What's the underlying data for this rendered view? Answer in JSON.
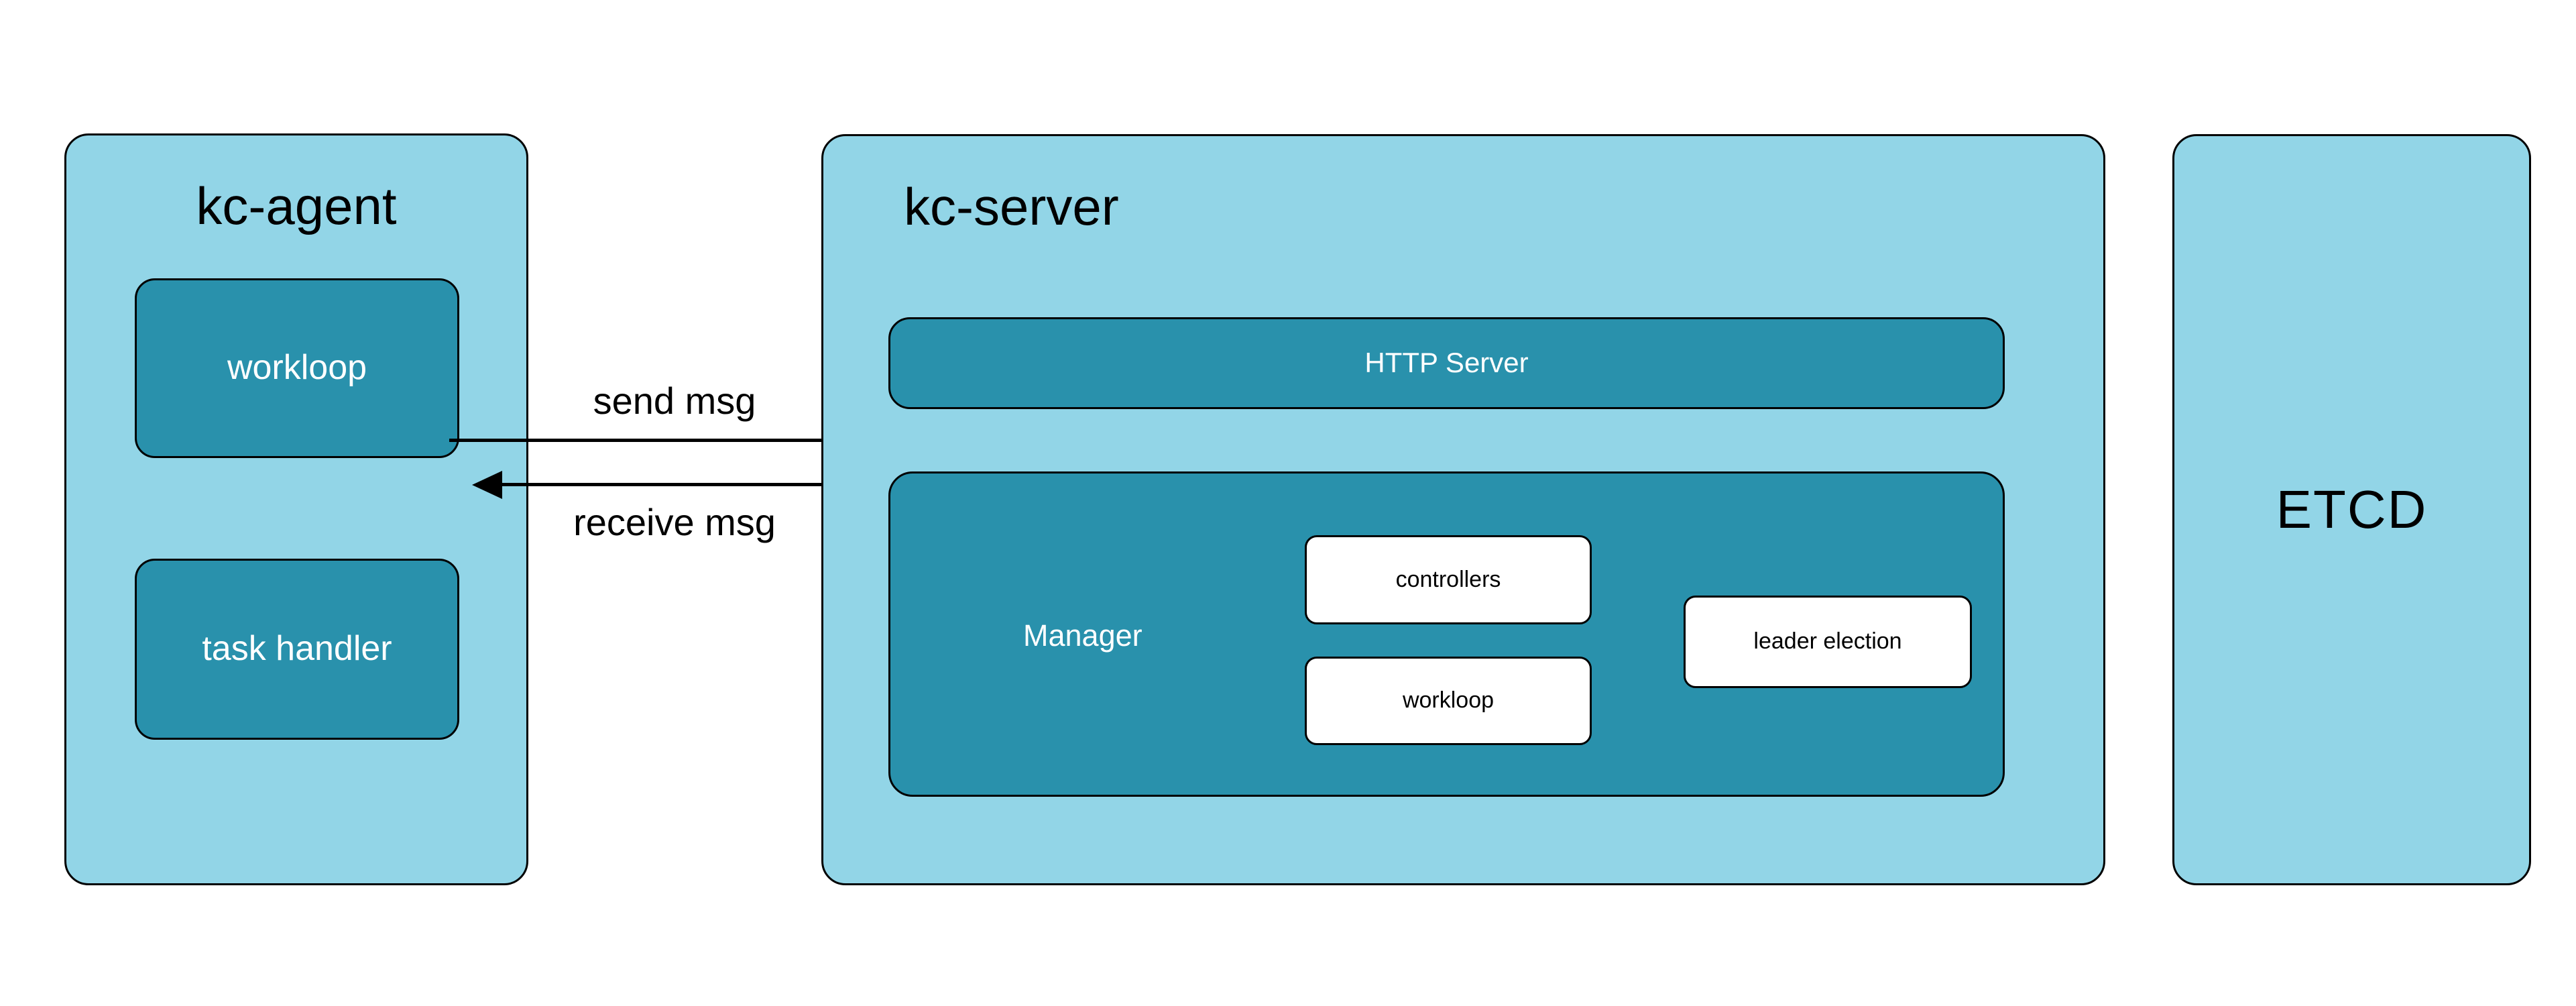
{
  "colors": {
    "background": "#ffffff",
    "container_fill": "#92d5e7",
    "module_fill": "#2991ac",
    "leaf_fill": "#ffffff",
    "stroke": "#000000",
    "text_dark": "#000000",
    "text_light": "#ffffff"
  },
  "kc_agent": {
    "title": "kc-agent",
    "workloop_label": "workloop",
    "task_handler_label": "task handler"
  },
  "kc_server": {
    "title": "kc-server",
    "http_server_label": "HTTP Server",
    "manager": {
      "label": "Manager",
      "controllers_label": "controllers",
      "workloop_label": "workloop",
      "leader_election_label": "leader election"
    }
  },
  "etcd": {
    "title": "ETCD"
  },
  "messages": {
    "send_label": "send msg",
    "receive_label": "receive msg"
  }
}
